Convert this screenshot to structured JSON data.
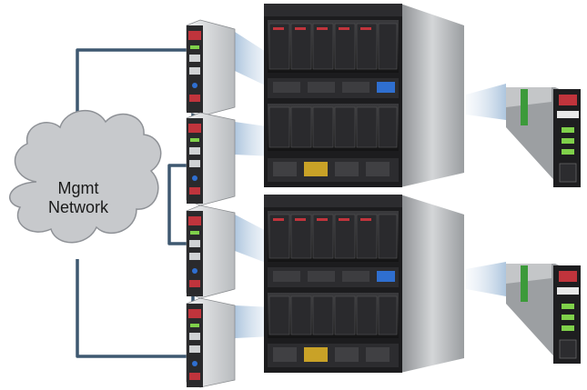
{
  "cloud": {
    "line1": "Mgmt",
    "line2": "Network"
  },
  "colors": {
    "cable": "#3e5870",
    "cloud_fill": "#c7c9cc",
    "cloud_stroke": "#8e9196",
    "chassis_dark": "#1c1c1e",
    "chassis_metal": "#b9bcbf",
    "module_face": "#d8dadc",
    "accent_red": "#c0343c",
    "accent_blue": "#2f6fd0",
    "led_green": "#7fd04a",
    "callout": "#a9c2dc"
  },
  "chassis_count": 2,
  "management_modules_per_chassis": 2,
  "blades_per_chassis": 6
}
